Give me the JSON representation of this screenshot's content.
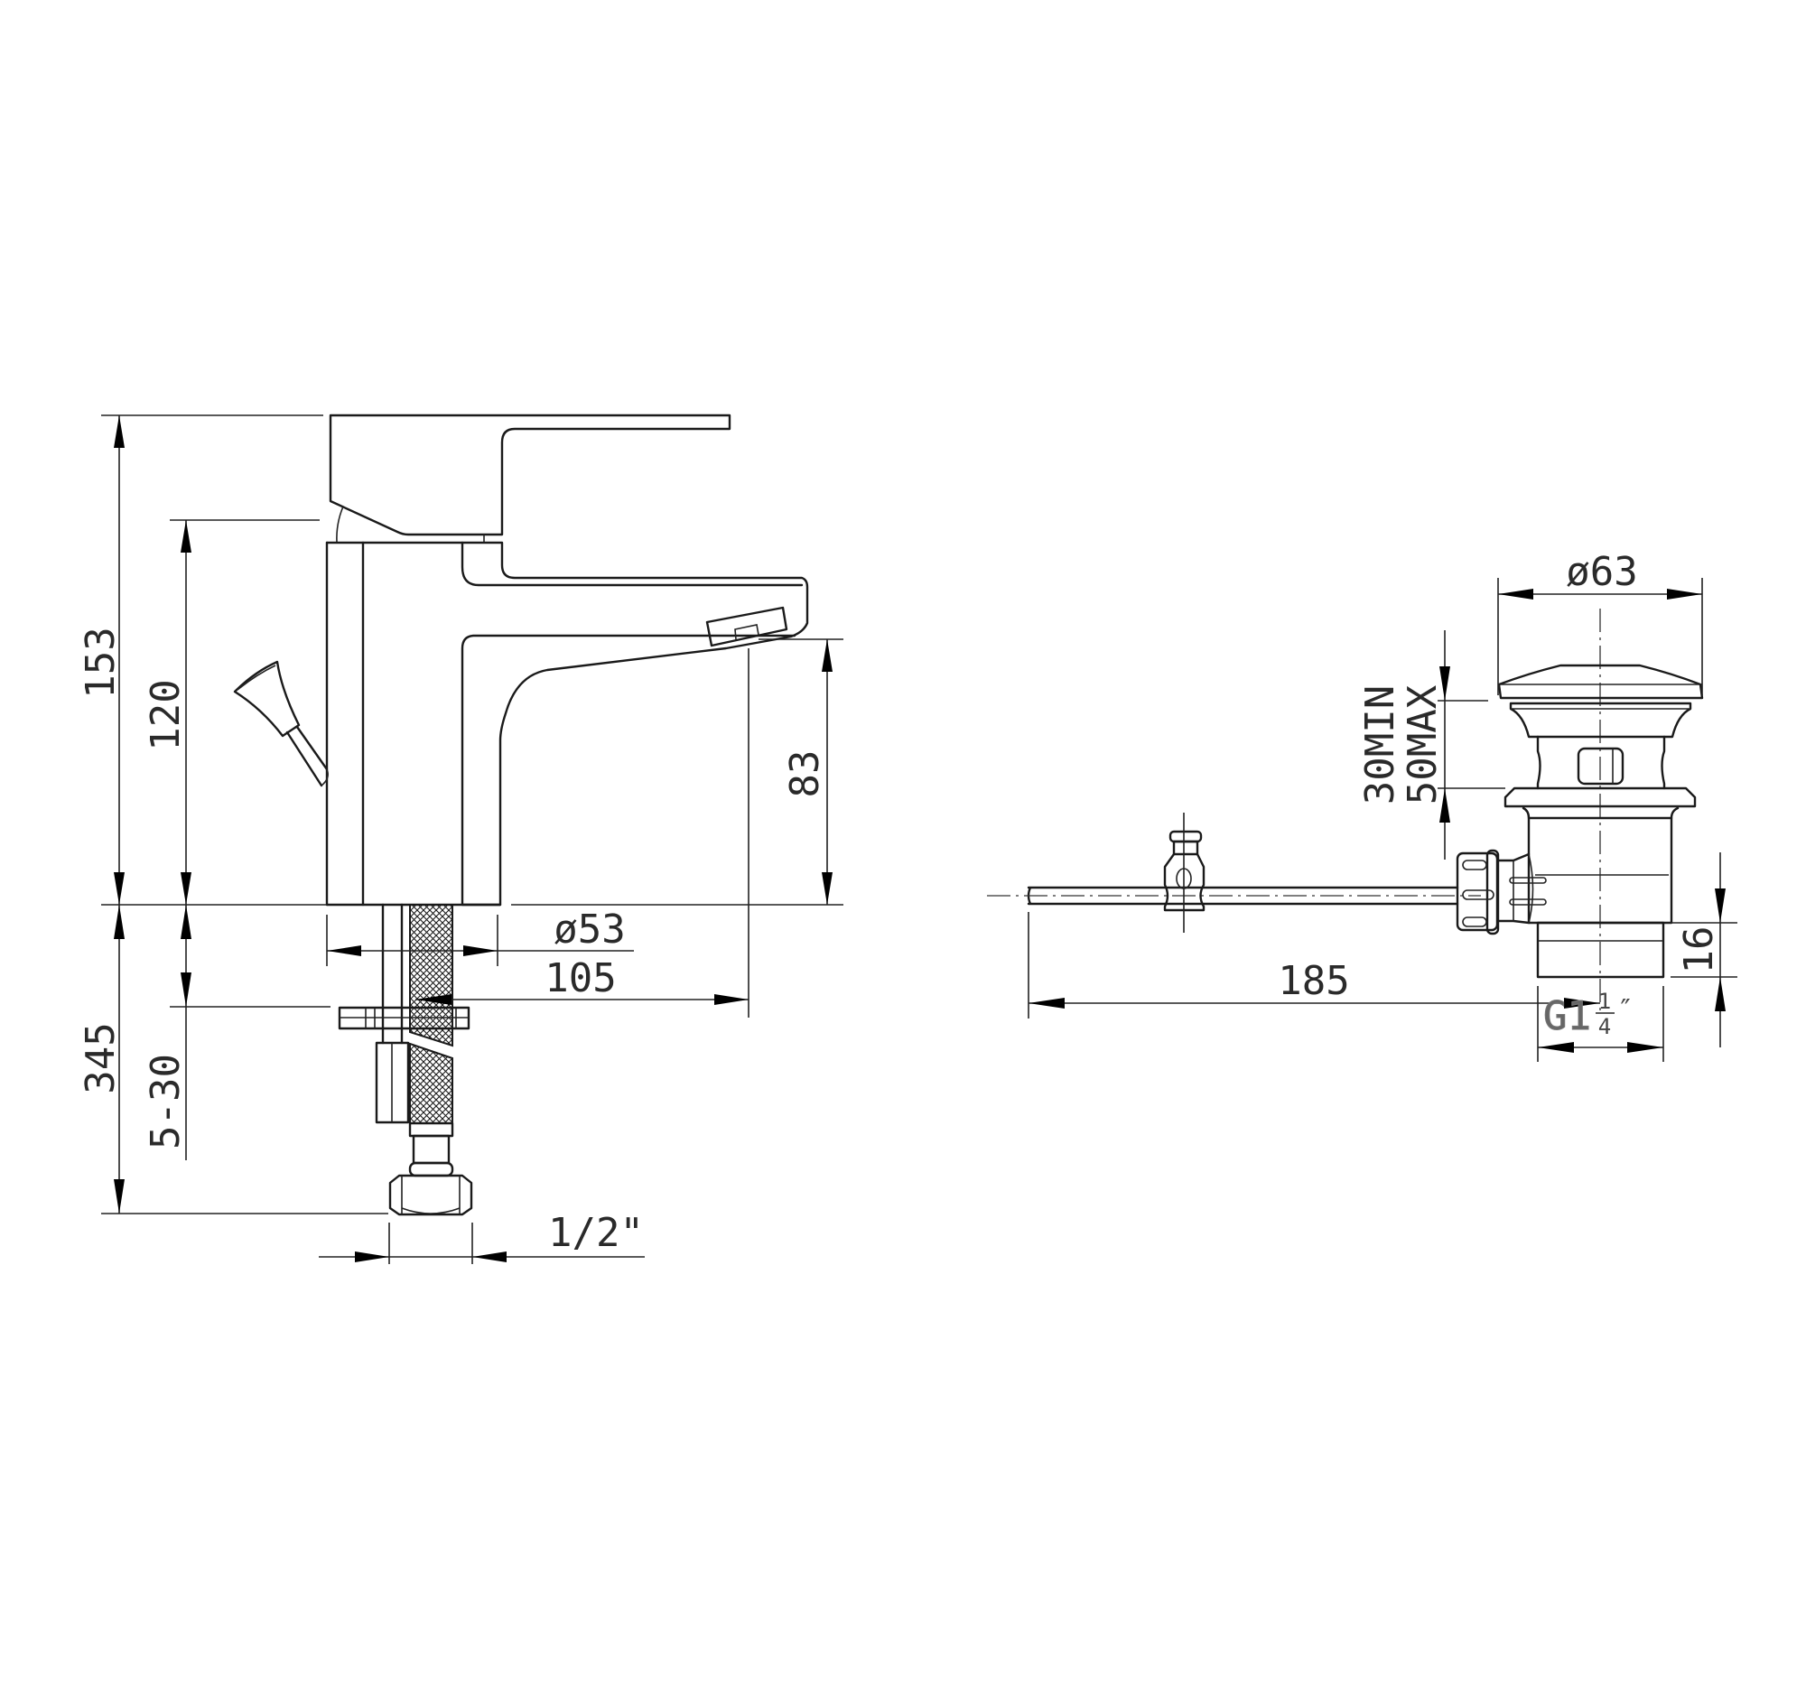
{
  "drawing": {
    "type": "technical-drawing",
    "subject": "basin mixer faucet with pop-up waste drain",
    "faucet_dimensions": {
      "total_height": "153",
      "body_height": "120",
      "spout_clearance": "83",
      "base_diameter": "ø53",
      "spout_reach": "105",
      "hose_length": "345",
      "deck_thickness": "5-30",
      "connection_thread": "1/2\""
    },
    "drain_dimensions": {
      "cap_diameter": "ø63",
      "deck_range_min": "30MIN",
      "deck_range_max": "50MAX",
      "rod_length": "185",
      "tail_length": "16",
      "thread_prefix": "G1",
      "thread_fraction_num": "1",
      "thread_fraction_den": "4",
      "thread_suffix": "″"
    },
    "colors": {
      "line": "#1a1a1a",
      "background": "#ffffff",
      "hatch": "#1a1a1a"
    }
  }
}
